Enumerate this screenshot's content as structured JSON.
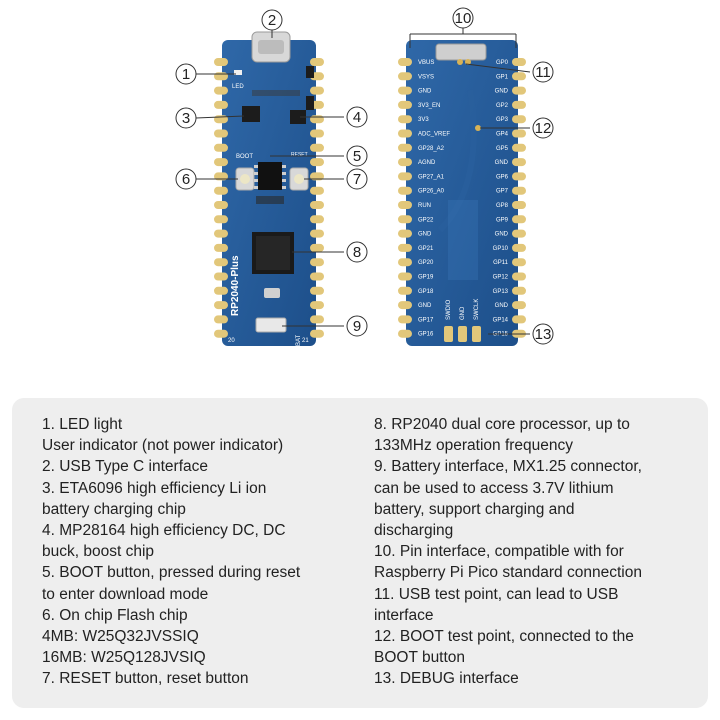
{
  "callouts": [
    "1",
    "2",
    "3",
    "4",
    "5",
    "6",
    "7",
    "8",
    "9",
    "10",
    "11",
    "12",
    "13"
  ],
  "board_front": {
    "name": "RP2040-Plus",
    "led_label": "LED",
    "boot_label": "BOOT",
    "reset_label": "RESET",
    "bat_label": "BAT",
    "pin_start": "20",
    "pin_end": "21"
  },
  "board_back": {
    "left_pins": [
      "VBUS",
      "VSYS",
      "GND",
      "3V3_EN",
      "3V3",
      "ADC_VREF",
      "GP28_A2",
      "AGND",
      "GP27_A1",
      "GP26_A0",
      "RUN",
      "GP22",
      "GND",
      "GP21",
      "GP20",
      "GP19",
      "GP18",
      "GND",
      "GP17",
      "GP16"
    ],
    "right_pins": [
      "GP0",
      "GP1",
      "GND",
      "GP2",
      "GP3",
      "GP4",
      "GP5",
      "GND",
      "GP6",
      "GP7",
      "GP8",
      "GP9",
      "GND",
      "GP10",
      "GP11",
      "GP12",
      "GP13",
      "GND",
      "GP14",
      "GP15"
    ],
    "debug_pins": [
      "SWDIO",
      "GND",
      "SWCLK"
    ]
  },
  "legend": {
    "left": [
      "1. LED light",
      "User indicator (not power indicator)",
      "2. USB Type C interface",
      "3. ETA6096 high efficiency Li ion",
      "battery charging chip",
      "4. MP28164 high efficiency DC, DC",
      "buck, boost chip",
      "5. BOOT button, pressed during reset",
      "to enter download mode",
      "6. On chip Flash chip",
      "4MB: W25Q32JVSSIQ",
      "16MB: W25Q128JVSIQ",
      "7. RESET button, reset button"
    ],
    "right": [
      "8. RP2040 dual core processor, up to",
      "133MHz operation frequency",
      "9. Battery interface, MX1.25 connector,",
      "can be used to access 3.7V lithium",
      "battery, support charging and",
      "discharging",
      "10. Pin interface, compatible with for",
      "Raspberry Pi Pico standard connection",
      "11. USB test point, can lead to USB",
      "interface",
      "12. BOOT test point, connected to the",
      "BOOT button",
      "13. DEBUG interface"
    ]
  }
}
